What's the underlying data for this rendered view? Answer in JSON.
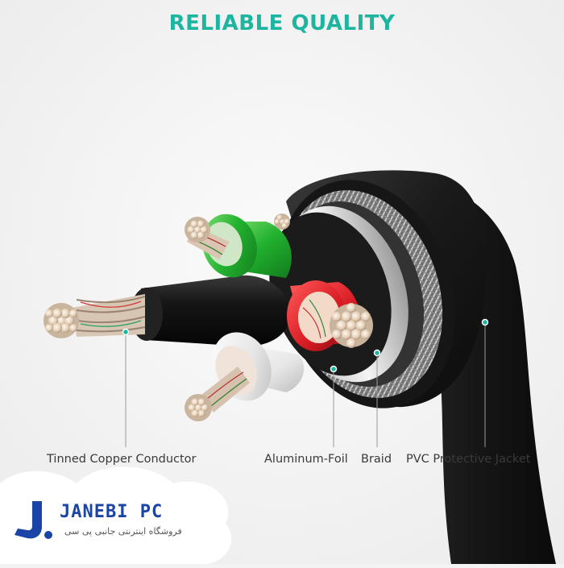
{
  "heading": "RELIABLE QUALITY",
  "colors": {
    "accent": "#1db5a0",
    "jacket": "#1b1b1b",
    "insulation_green": "#1fb431",
    "insulation_red": "#e0202a",
    "insulation_white": "#eeeeee",
    "insulation_black": "#111111",
    "copper_tinned": "#e8d6c4",
    "braid": "#9a9a9a",
    "brand_blue": "#1a45a6"
  },
  "labels": [
    {
      "text": "Tinned Copper Conductor"
    },
    {
      "text": "Aluminum-Foil"
    },
    {
      "text": "Braid"
    },
    {
      "text": "PVC Protective Jacket"
    }
  ],
  "brand": {
    "logo_letter": "J.",
    "name": "JANEBI PC",
    "tagline": "فروشگاه اینترنتی جانبی پی سی"
  }
}
